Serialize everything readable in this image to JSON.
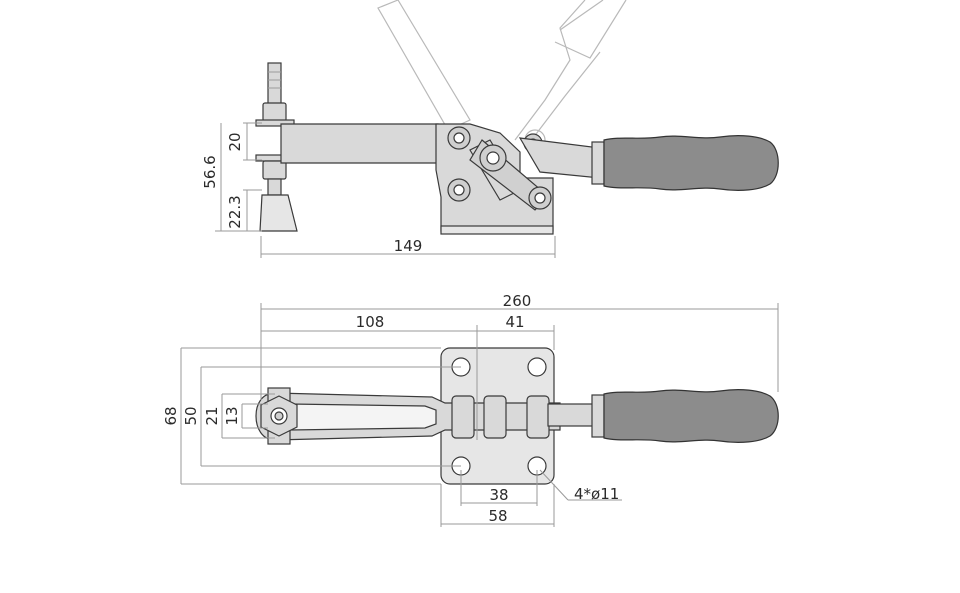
{
  "side_view": {
    "dims": {
      "stud_pitch": "20",
      "total_height": "56.6",
      "spindle_height": "22.3",
      "length": "149"
    }
  },
  "top_view": {
    "dims": {
      "overall_length": "260",
      "arm_to_base": "108",
      "base_offset": "41",
      "overall_width": "68",
      "arm_width": "50",
      "slot_width": "21",
      "inner_width": "13",
      "hole_pitch": "38",
      "base_width": "58",
      "holes": "4*ø11"
    }
  }
}
